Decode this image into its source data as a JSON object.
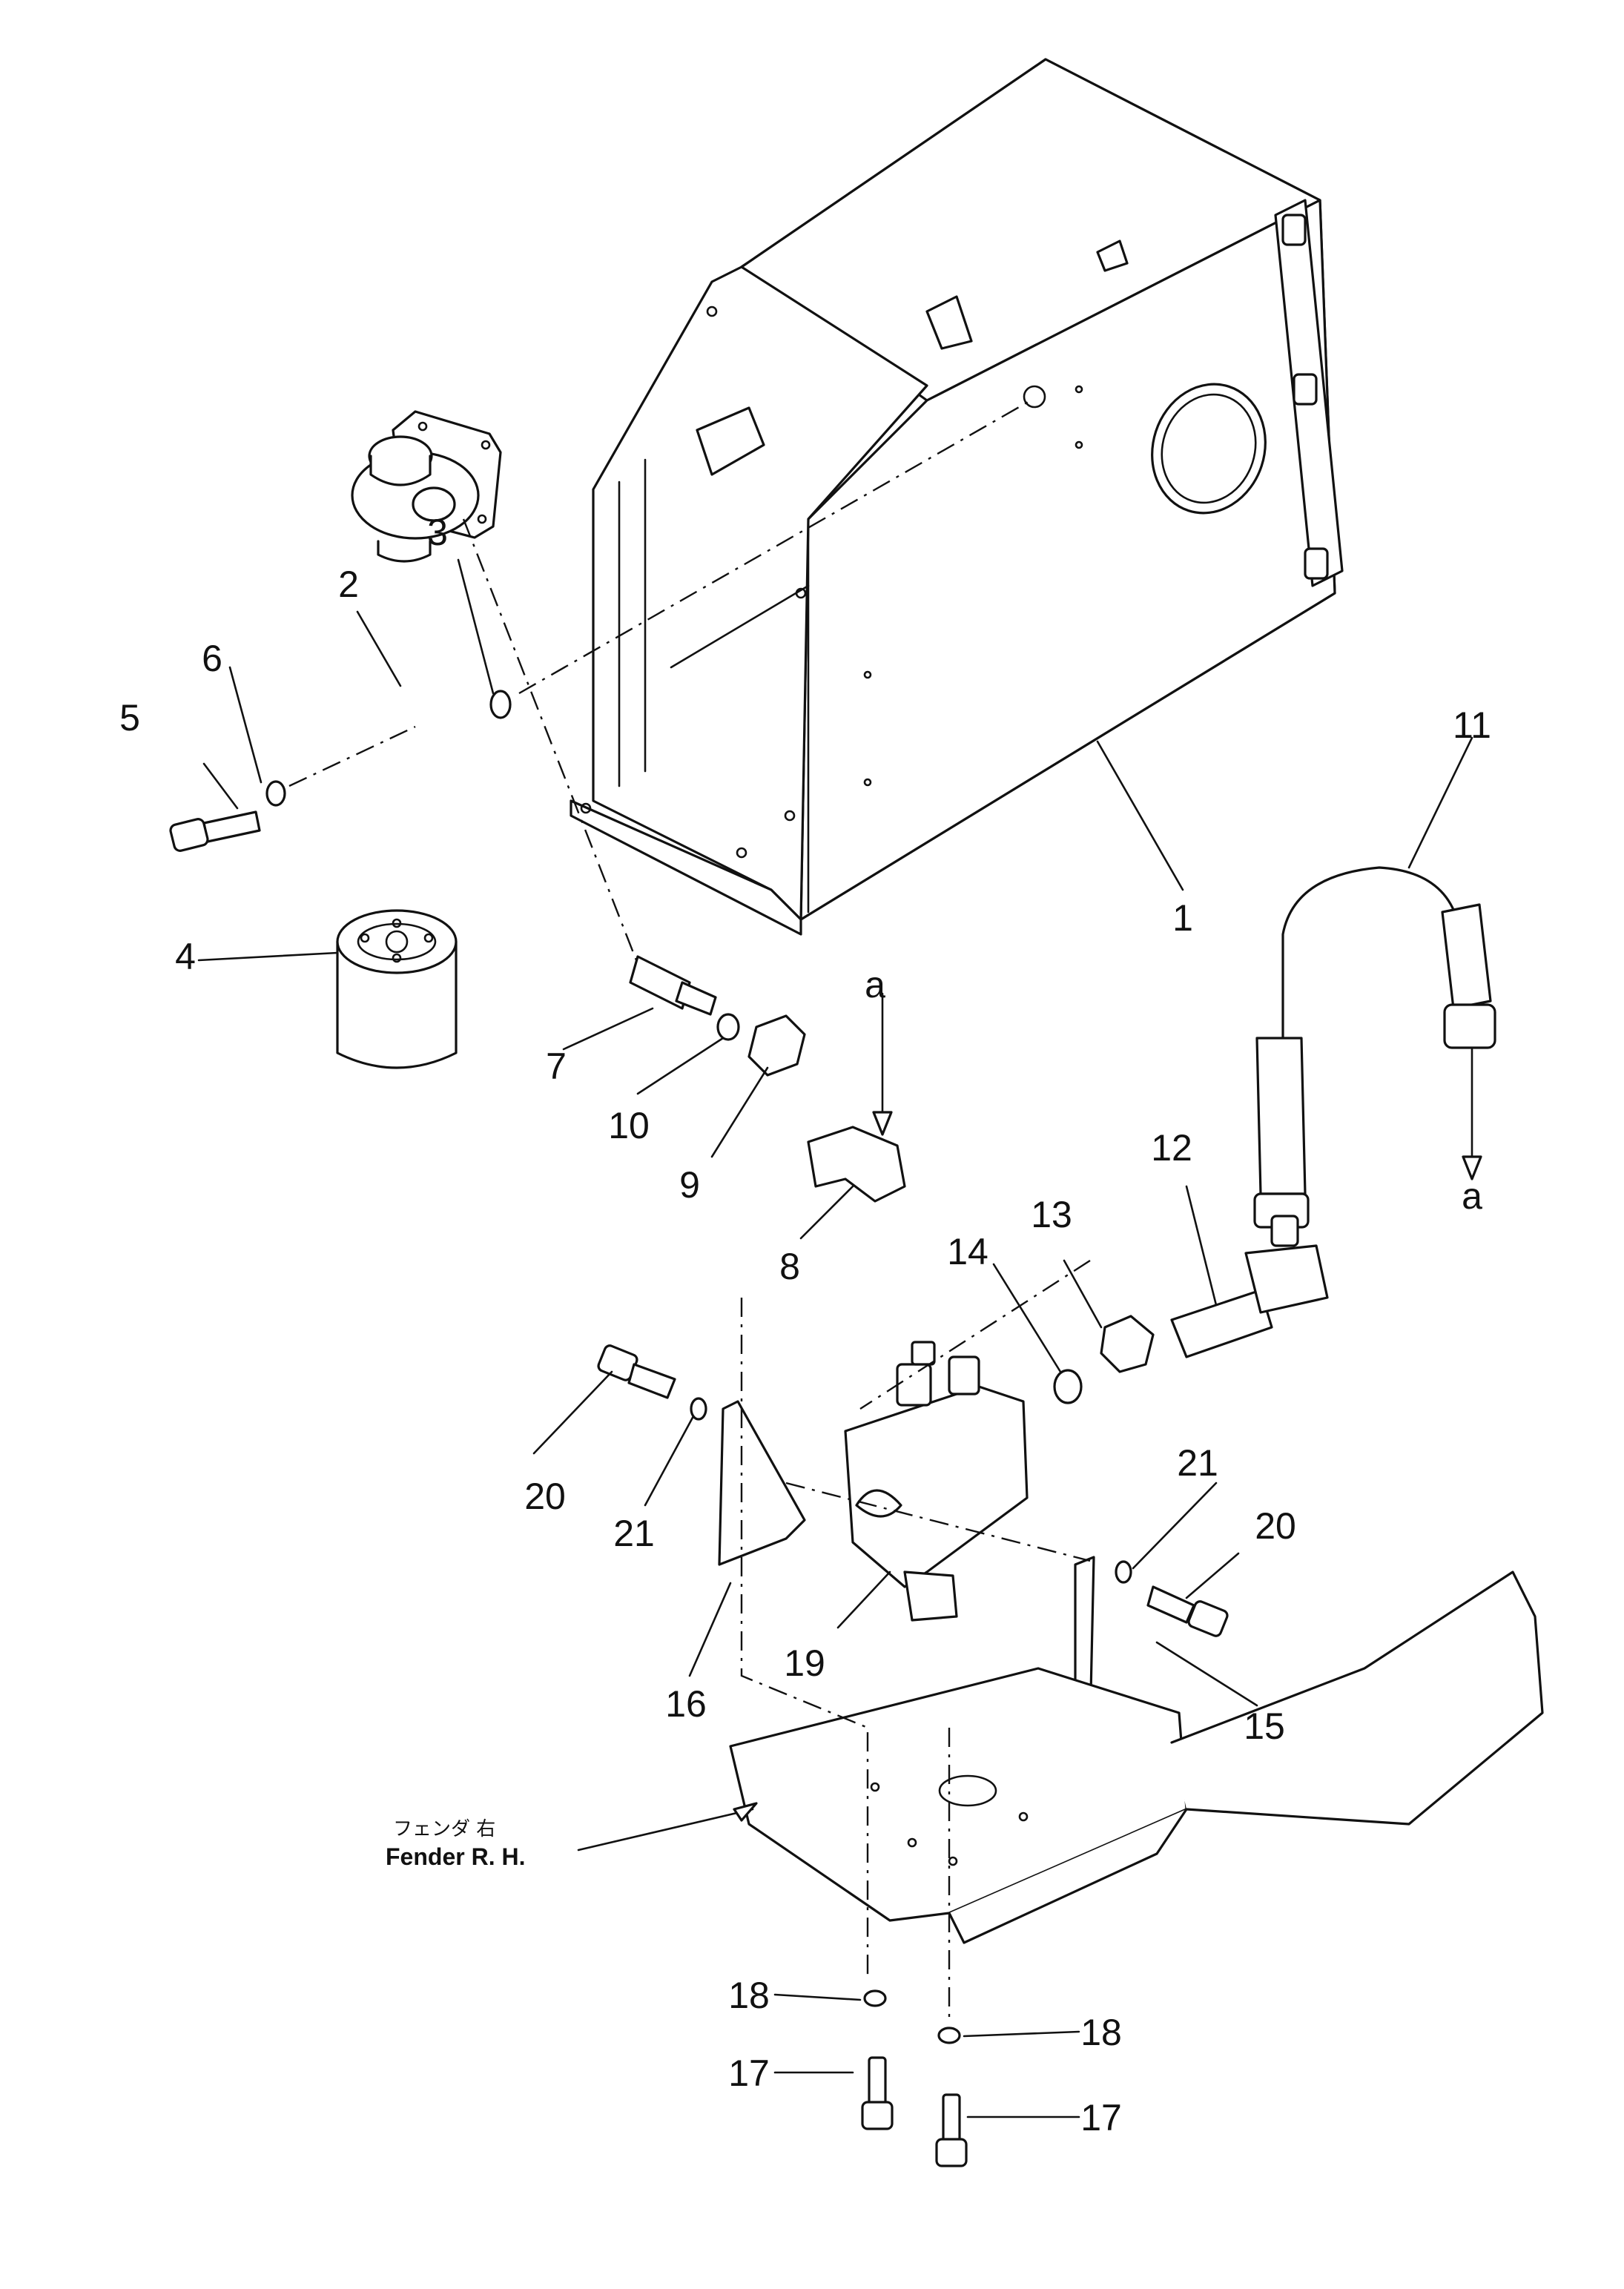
{
  "diagram": {
    "callouts": [
      {
        "id": "1",
        "text": "1"
      },
      {
        "id": "2",
        "text": "2"
      },
      {
        "id": "3",
        "text": "3"
      },
      {
        "id": "4",
        "text": "4"
      },
      {
        "id": "5",
        "text": "5"
      },
      {
        "id": "6",
        "text": "6"
      },
      {
        "id": "7",
        "text": "7"
      },
      {
        "id": "8",
        "text": "8"
      },
      {
        "id": "9",
        "text": "9"
      },
      {
        "id": "10",
        "text": "10"
      },
      {
        "id": "11",
        "text": "11"
      },
      {
        "id": "12",
        "text": "12"
      },
      {
        "id": "13",
        "text": "13"
      },
      {
        "id": "14",
        "text": "14"
      },
      {
        "id": "15",
        "text": "15"
      },
      {
        "id": "16",
        "text": "16"
      },
      {
        "id": "17a",
        "text": "17"
      },
      {
        "id": "17b",
        "text": "17"
      },
      {
        "id": "18a",
        "text": "18"
      },
      {
        "id": "18b",
        "text": "18"
      },
      {
        "id": "19",
        "text": "19"
      },
      {
        "id": "20a",
        "text": "20"
      },
      {
        "id": "20b",
        "text": "20"
      },
      {
        "id": "21a",
        "text": "21"
      },
      {
        "id": "21b",
        "text": "21"
      }
    ],
    "connection_marks": [
      {
        "id": "a1",
        "text": "a"
      },
      {
        "id": "a2",
        "text": "a"
      }
    ],
    "fender_note": {
      "japanese": "フェンダ  右",
      "english": "Fender  R. H."
    }
  }
}
